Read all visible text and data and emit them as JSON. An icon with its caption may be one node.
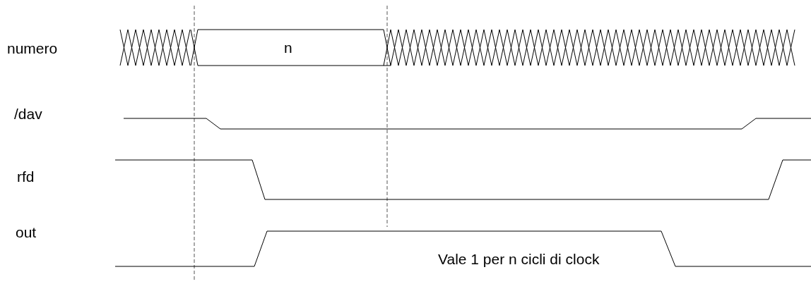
{
  "diagram": {
    "labels": [
      "numero",
      "n",
      "/dav",
      "rfd",
      "out",
      "Vale 1 per n cicli di clock"
    ]
  }
}
